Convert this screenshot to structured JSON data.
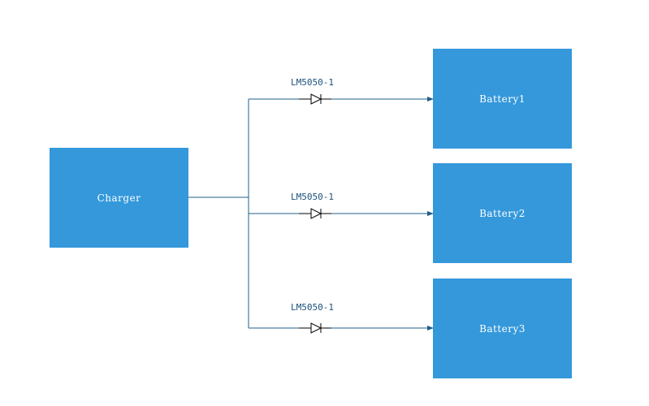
{
  "nodes": {
    "charger": {
      "label": "Charger"
    },
    "battery1": {
      "label": "Battery1"
    },
    "battery2": {
      "label": "Battery2"
    },
    "battery3": {
      "label": "Battery3"
    }
  },
  "diodes": [
    {
      "label": "LM5050-1"
    },
    {
      "label": "LM5050-1"
    },
    {
      "label": "LM5050-1"
    }
  ],
  "colors": {
    "node_fill": "#3498db",
    "node_text": "#ffffff",
    "wire": "#1f5f8b",
    "label_text": "#1a4f7a"
  }
}
